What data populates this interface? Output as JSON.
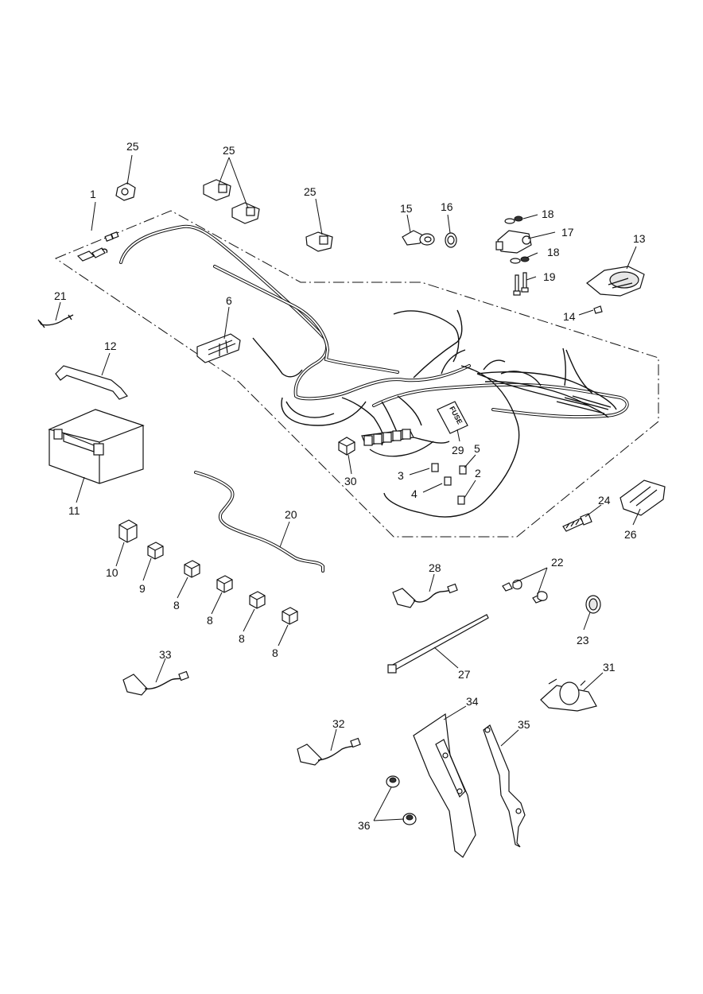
{
  "diagram": {
    "callouts": {
      "c1": "1",
      "c2": "2",
      "c3": "3",
      "c4": "4",
      "c5": "5",
      "c6": "6",
      "c8a": "8",
      "c8b": "8",
      "c8c": "8",
      "c8d": "8",
      "c9": "9",
      "c10": "10",
      "c11": "11",
      "c12": "12",
      "c13": "13",
      "c14": "14",
      "c15": "15",
      "c16": "16",
      "c17": "17",
      "c18a": "18",
      "c18b": "18",
      "c19": "19",
      "c20": "20",
      "c21": "21",
      "c22": "22",
      "c23": "23",
      "c24": "24",
      "c25a": "25",
      "c25b": "25",
      "c25c": "25",
      "c26": "26",
      "c27": "27",
      "c28": "28",
      "c29": "29",
      "c30": "30",
      "c31": "31",
      "c32": "32",
      "c33": "33",
      "c34": "34",
      "c35": "35",
      "c36": "36"
    },
    "fuse_box_text": "FUSE"
  }
}
